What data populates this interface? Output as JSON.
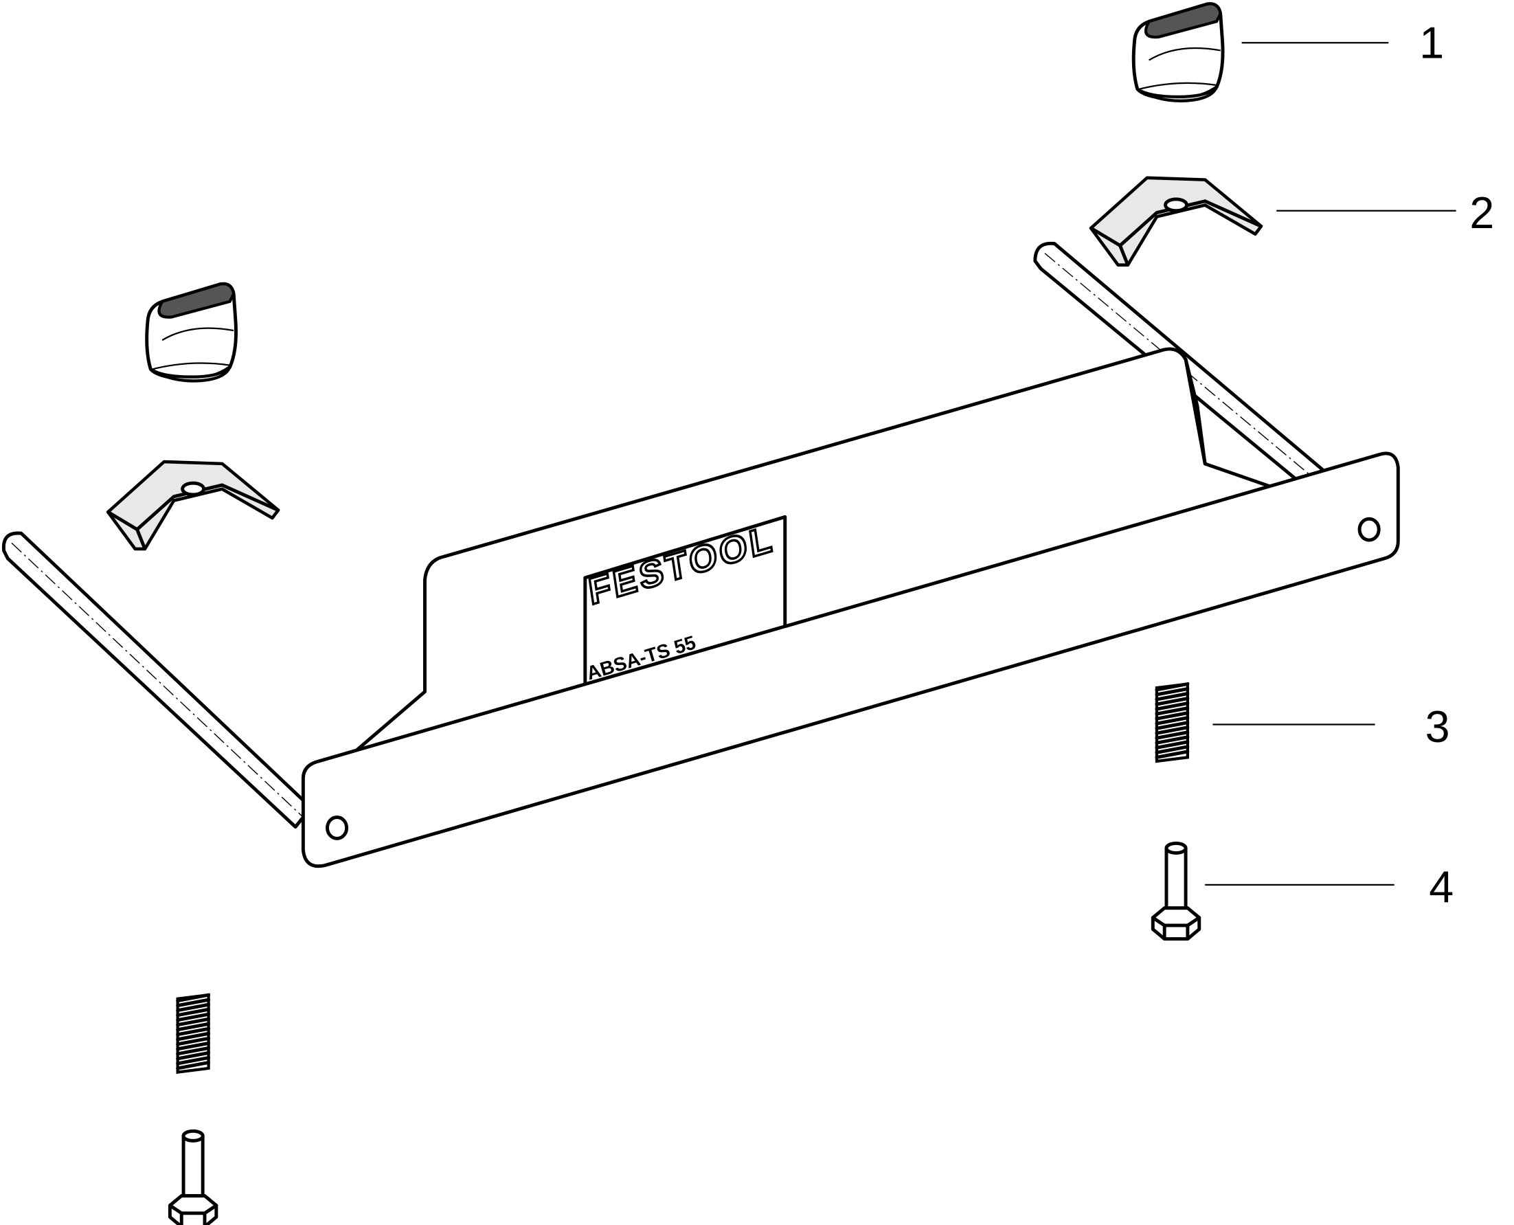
{
  "diagram": {
    "type": "exploded parts drawing",
    "plate": {
      "logo": "FESTOOL",
      "model": "ABSA-TS 55"
    },
    "callouts": [
      {
        "number": "1",
        "part": "knob"
      },
      {
        "number": "2",
        "part": "clamp-block"
      },
      {
        "number": "3",
        "part": "spring"
      },
      {
        "number": "4",
        "part": "hex-bolt"
      }
    ]
  }
}
